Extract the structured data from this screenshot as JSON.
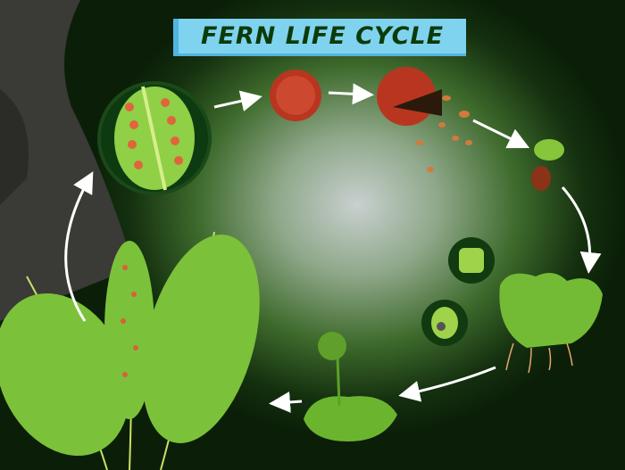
{
  "title": "FERN LIFE CYCLE",
  "stages": [
    "fern-leaf-sori",
    "sporangium",
    "sporangium-releasing-spores",
    "germinating-spore",
    "prothallus",
    "gametangia",
    "young-sporophyte",
    "mature-fern"
  ],
  "colors": {
    "title_bg": "#7fd3ee",
    "title_text": "#0c3a0a",
    "arrow": "#ffffff",
    "leaf": "#7cc13a",
    "sorus": "#d9603b"
  }
}
